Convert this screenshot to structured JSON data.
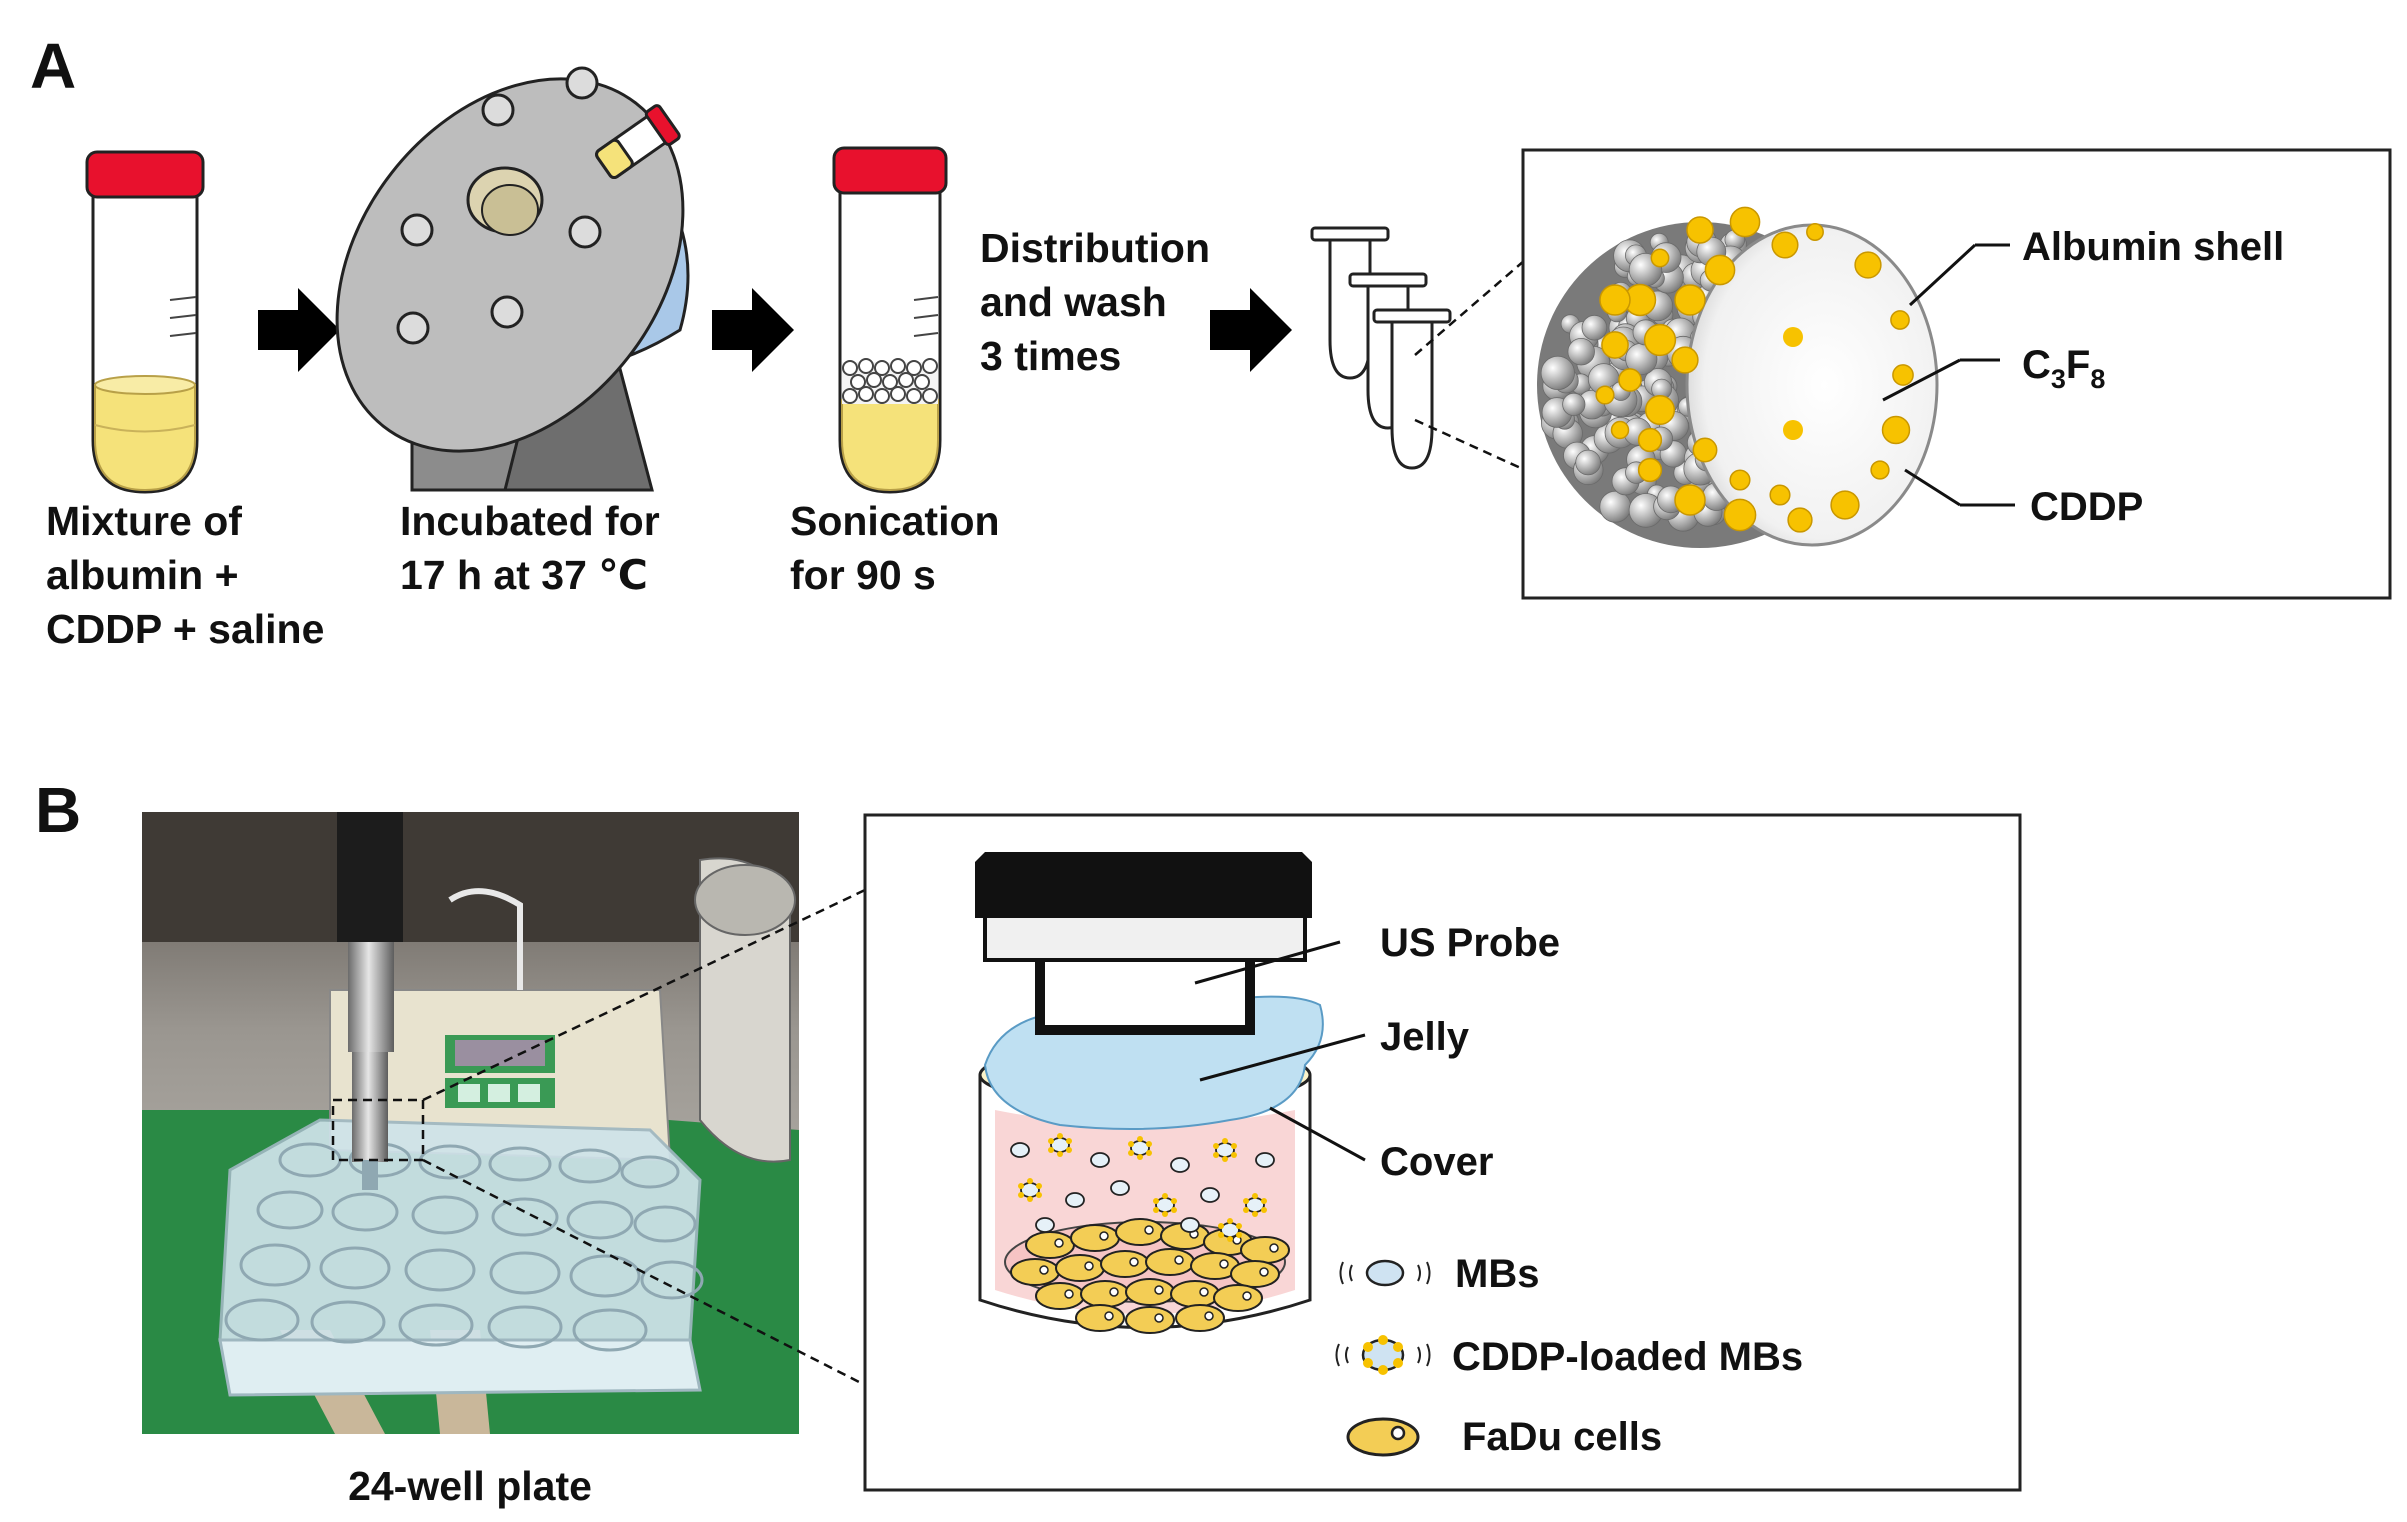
{
  "panel_a": {
    "letter": "A",
    "steps": [
      {
        "lines": [
          "Mixture of",
          "albumin +",
          "CDDP + saline"
        ]
      },
      {
        "lines": [
          "Incubated for",
          "17 h at 37 ℃"
        ]
      },
      {
        "lines": [
          "Sonication",
          "for 90 s"
        ]
      },
      {
        "lines": [
          "Distribution",
          "and wash",
          "3 times"
        ]
      }
    ],
    "microbubble_labels": {
      "shell": "Albumin shell",
      "gas_main": "C",
      "gas_sub1": "3",
      "gas_mid": "F",
      "gas_sub2": "8",
      "drug": "CDDP"
    }
  },
  "panel_b": {
    "letter": "B",
    "photo_caption": "24-well plate",
    "schematic_labels": {
      "probe": "US Probe",
      "jelly": "Jelly",
      "cover": "Cover"
    },
    "legend": [
      {
        "icon": "microbubble-icon",
        "label": "MBs"
      },
      {
        "icon": "cddp-loaded-microbubble-icon",
        "label": "CDDP-loaded MBs"
      },
      {
        "icon": "fadu-cell-icon",
        "label": "FaDu cells"
      }
    ]
  },
  "colors": {
    "cap_red": "#e8112d",
    "liquid_yellow": "#f5e27a",
    "drug_yellow": "#f7c200",
    "rotator_gray": "#bdbdbd",
    "rotator_blue": "#a9c8e8",
    "jelly_blue": "#bfe0f2",
    "medium_pink": "#f9d6d6",
    "cell_yellow": "#f3cd55",
    "plate_green": "#2a8a45"
  }
}
